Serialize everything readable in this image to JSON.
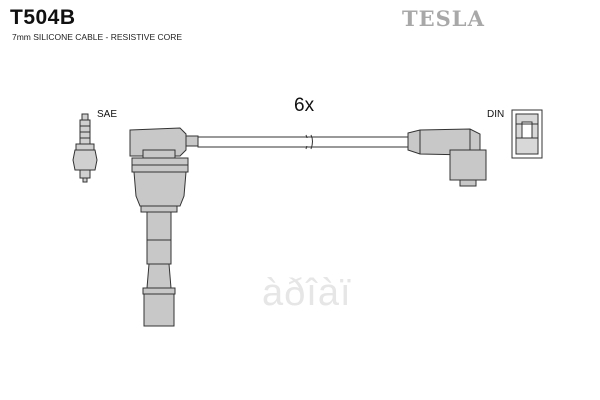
{
  "product": {
    "code": "T504B",
    "spec": "7mm SILICONE CABLE - RESISTIVE CORE",
    "brand": "TESLA"
  },
  "diagram": {
    "quantity_label": "6x",
    "plug_left_standard": "SAE",
    "plug_right_standard": "DIN"
  },
  "watermark": {
    "text": "àðîàï"
  },
  "colors": {
    "part_fill": "#c8c8c8",
    "part_stroke": "#333333",
    "brand_gray": "#a8a8a8"
  }
}
